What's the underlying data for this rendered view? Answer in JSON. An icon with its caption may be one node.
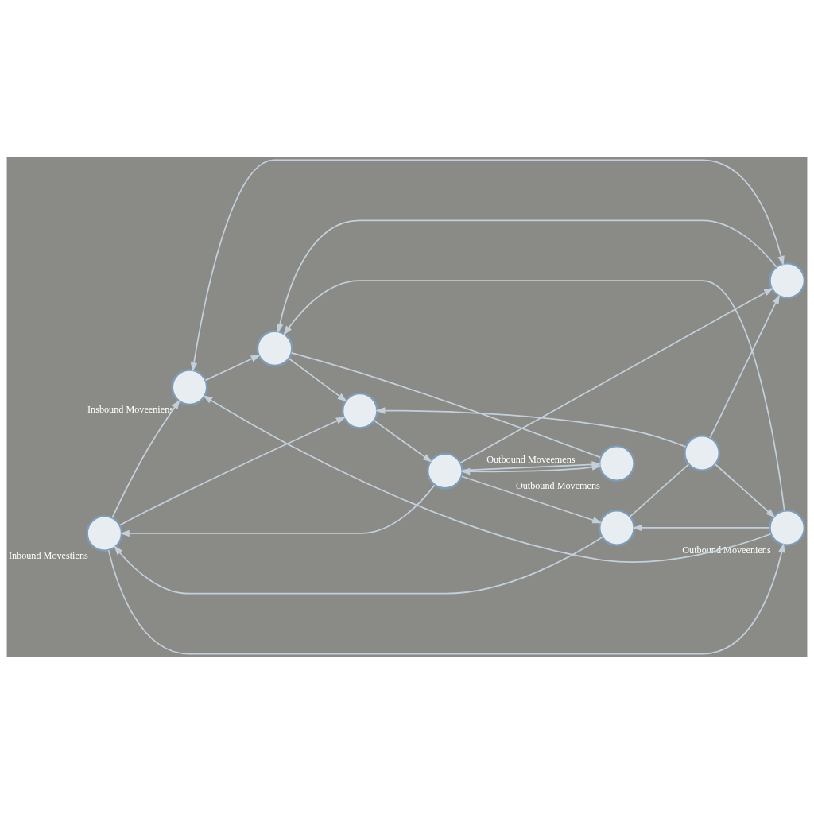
{
  "diagram": {
    "nodes": [
      {
        "text": [],
        "shape": "circle",
        "beside": [
          "Inbound Movestiens"
        ]
      },
      {
        "text": [],
        "shape": "circle",
        "beside": [
          "Insbound Moveeniens"
        ]
      },
      {
        "text": [],
        "shape": "circle"
      },
      {
        "text": [],
        "shape": "circle",
        "beside": [
          "Outbound Moveeniens"
        ]
      },
      {
        "text": [],
        "shape": "circle"
      },
      {
        "text": [],
        "shape": "circle"
      },
      {
        "text": [],
        "shape": "circle"
      },
      {
        "text": [],
        "shape": "circle"
      },
      {
        "text": [],
        "shape": "circle"
      },
      {
        "text": [],
        "shape": "circle",
        "beside": [
          "Outbound Movemens"
        ]
      }
    ],
    "edges": [
      {
        "from": 0,
        "to": 1,
        "arrow": "to"
      },
      {
        "from": 0,
        "to": 3,
        "arrow": "to"
      },
      {
        "from": 3,
        "to": 2,
        "arrow": "to"
      },
      {
        "from": 2,
        "to": 0,
        "arrow": "to"
      },
      {
        "from": 0,
        "to": 6,
        "arrow": "to"
      },
      {
        "from": 8,
        "to": 0,
        "arrow": "to"
      },
      {
        "from": 8,
        "to": 2,
        "arrow": "to"
      },
      {
        "from": 2,
        "to": 4,
        "arrow": "none"
      },
      {
        "from": 4,
        "to": 3,
        "arrow": "to"
      },
      {
        "from": 4,
        "to": 5,
        "arrow": "to"
      },
      {
        "from": 4,
        "to": 6,
        "arrow": "to"
      },
      {
        "from": 6,
        "to": 8,
        "arrow": "to"
      },
      {
        "from": 8,
        "to": 5,
        "arrow": "to"
      },
      {
        "from": 3,
        "to": 1,
        "arrow": "to"
      },
      {
        "from": 3,
        "to": 7,
        "arrow": "to"
      },
      {
        "from": 5,
        "to": 1,
        "arrow": "both"
      },
      {
        "from": 1,
        "to": 7,
        "arrow": "to"
      },
      {
        "from": 5,
        "to": 7,
        "arrow": "to"
      },
      {
        "from": 7,
        "to": 6,
        "arrow": "to"
      },
      {
        "from": 7,
        "to": 9,
        "arrow": "none"
      },
      {
        "from": 8,
        "to": 9,
        "arrow": "to",
        "label": "Outbound Moveemens"
      },
      {
        "from": 8,
        "to": 9,
        "arrow": "both"
      }
    ]
  }
}
